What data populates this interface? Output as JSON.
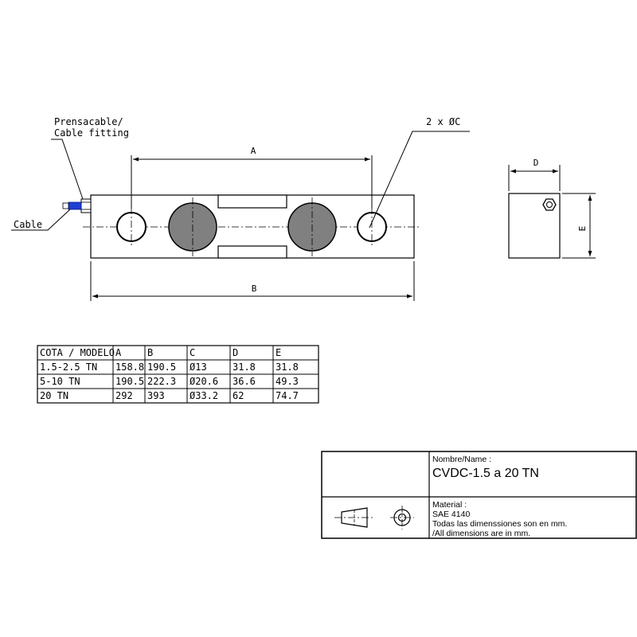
{
  "callouts": {
    "cable_fitting_line1": "Prensacable/",
    "cable_fitting_line2": "Cable fitting",
    "cable": "Cable",
    "holes": "2 x ØC"
  },
  "dimensions": {
    "a": "A",
    "b": "B",
    "d": "D",
    "e": "E"
  },
  "dimension_table": {
    "headers": [
      "COTA / MODELO",
      "A",
      "B",
      "C",
      "D",
      "E"
    ],
    "rows": [
      [
        "1.5-2.5 TN",
        "158.8",
        "190.5",
        "Ø13",
        "31.8",
        "31.8"
      ],
      [
        "5-10 TN",
        "190.5",
        "222.3",
        "Ø20.6",
        "36.6",
        "49.3"
      ],
      [
        "20 TN",
        "292",
        "393",
        "Ø33.2",
        "62",
        "74.7"
      ]
    ]
  },
  "title_block": {
    "name_label": "Nombre/Name :",
    "name_value": "CVDC-1.5 a 20 TN",
    "material_label": "Material :",
    "material_value": "SAE  4140",
    "note_es": "Todas las dimenssiones son en mm.",
    "note_en": "/All dimensions are in mm."
  },
  "colors": {
    "line": "#000000",
    "body_fill": "#ffffff",
    "pad_fill": "#808080",
    "cable_blue": "#1f3fd6"
  }
}
